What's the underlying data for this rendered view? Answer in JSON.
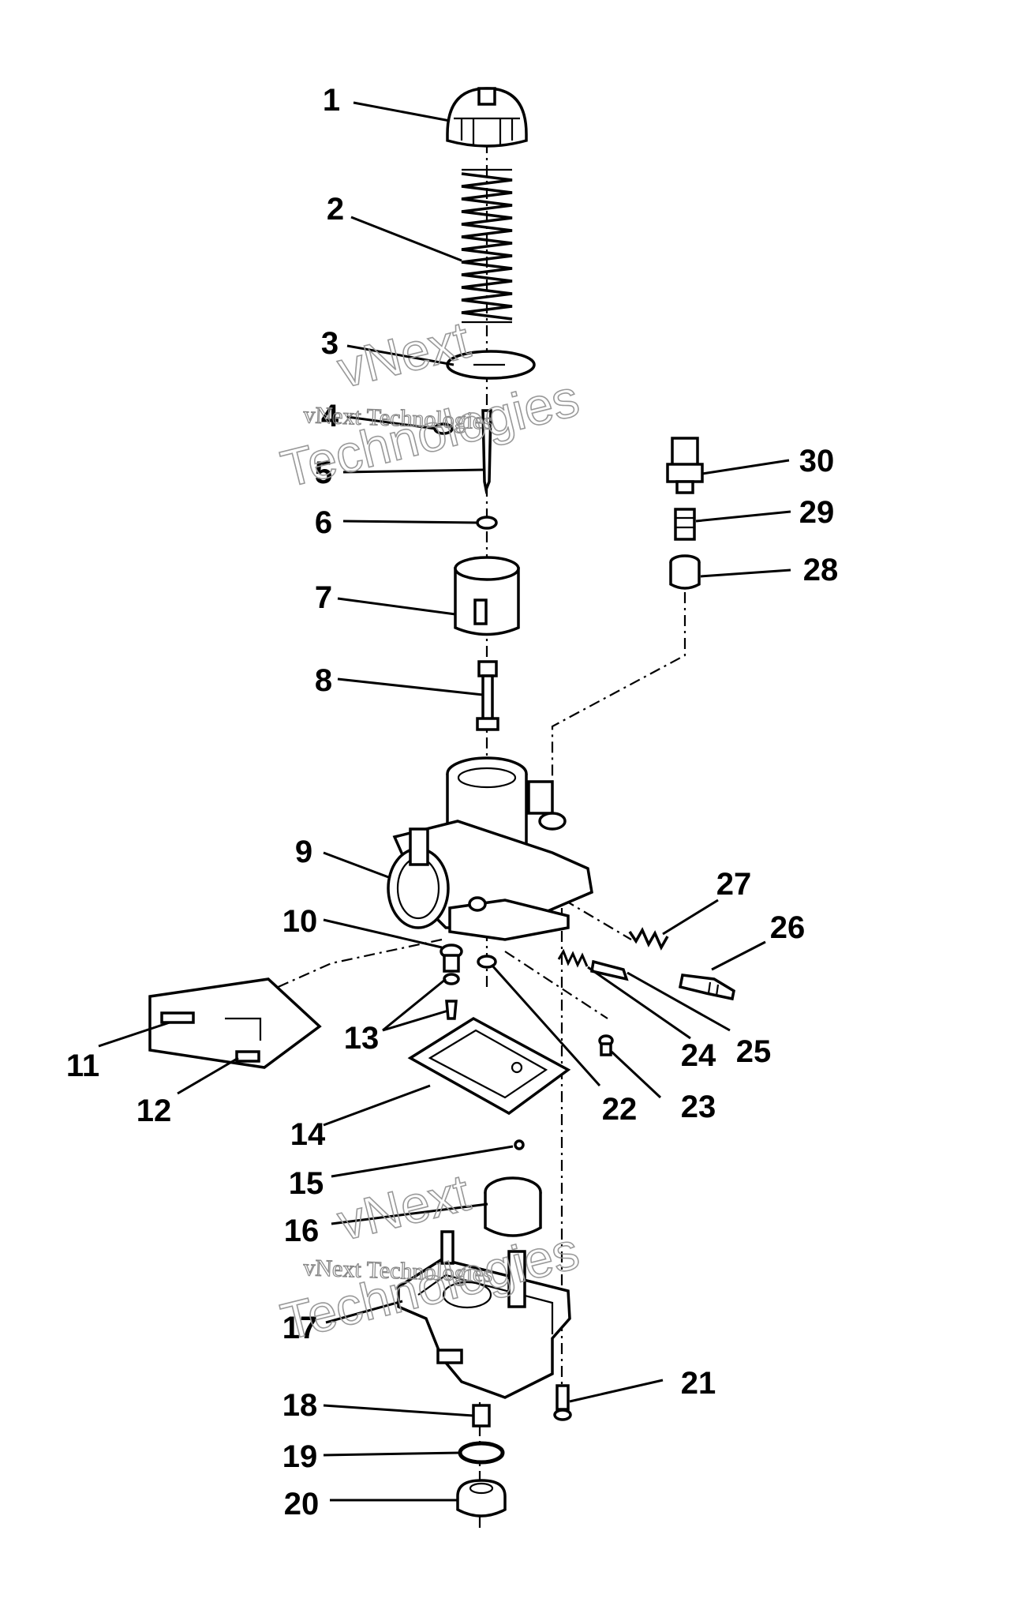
{
  "callouts": [
    {
      "id": "1",
      "label": "1"
    },
    {
      "id": "2",
      "label": "2"
    },
    {
      "id": "3",
      "label": "3"
    },
    {
      "id": "4",
      "label": "4"
    },
    {
      "id": "5",
      "label": "5"
    },
    {
      "id": "6",
      "label": "6"
    },
    {
      "id": "7",
      "label": "7"
    },
    {
      "id": "8",
      "label": "8"
    },
    {
      "id": "9",
      "label": "9"
    },
    {
      "id": "10",
      "label": "10"
    },
    {
      "id": "11",
      "label": "11"
    },
    {
      "id": "12",
      "label": "12"
    },
    {
      "id": "13",
      "label": "13"
    },
    {
      "id": "14",
      "label": "14"
    },
    {
      "id": "15",
      "label": "15"
    },
    {
      "id": "16",
      "label": "16"
    },
    {
      "id": "17",
      "label": "17"
    },
    {
      "id": "18",
      "label": "18"
    },
    {
      "id": "19",
      "label": "19"
    },
    {
      "id": "20",
      "label": "20"
    },
    {
      "id": "21",
      "label": "21"
    },
    {
      "id": "22",
      "label": "22"
    },
    {
      "id": "23",
      "label": "23"
    },
    {
      "id": "24",
      "label": "24"
    },
    {
      "id": "25",
      "label": "25"
    },
    {
      "id": "26",
      "label": "26"
    },
    {
      "id": "27",
      "label": "27"
    },
    {
      "id": "28",
      "label": "28"
    },
    {
      "id": "29",
      "label": "29"
    },
    {
      "id": "30",
      "label": "30"
    }
  ],
  "watermark": {
    "brand_top": "vNext",
    "company": "vNext Technologies",
    "brand_bottom": "Technologies"
  }
}
